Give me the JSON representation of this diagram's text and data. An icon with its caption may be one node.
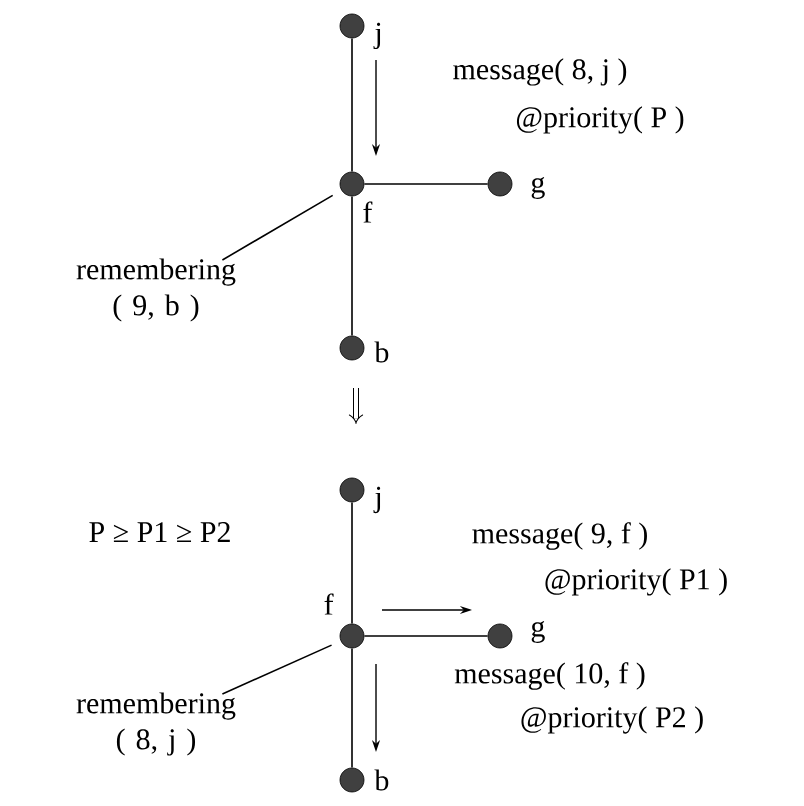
{
  "diagram": {
    "nodes": [
      {
        "text": [],
        "shape": "circle",
        "beside": [
          "j"
        ]
      },
      {
        "text": [],
        "shape": "circle",
        "beside": [
          "f"
        ]
      },
      {
        "text": [],
        "shape": "circle",
        "beside": [
          "g"
        ]
      },
      {
        "text": [],
        "shape": "circle",
        "beside": [
          "b"
        ]
      },
      {
        "text": [
          "remembering ( 9, b )"
        ]
      },
      {
        "text": [],
        "shape": "circle",
        "beside": [
          "j"
        ]
      },
      {
        "text": [],
        "shape": "circle",
        "beside": [
          "f"
        ]
      },
      {
        "text": [],
        "shape": "circle",
        "beside": [
          "g"
        ]
      },
      {
        "text": [],
        "shape": "circle",
        "beside": [
          "b"
        ]
      },
      {
        "text": [
          "remembering ( 8, j )"
        ]
      }
    ],
    "edges": [
      {
        "from": 0,
        "to": 1,
        "arrow": "none"
      },
      {
        "from": 1,
        "to": 2,
        "arrow": "none"
      },
      {
        "from": 1,
        "to": 3,
        "arrow": "none"
      },
      {
        "from": 4,
        "to": 1,
        "arrow": "none"
      },
      {
        "from": 5,
        "to": 6,
        "arrow": "none"
      },
      {
        "from": 6,
        "to": 7,
        "arrow": "none"
      },
      {
        "from": 6,
        "to": 8,
        "arrow": "none"
      },
      {
        "from": 9,
        "to": 6,
        "arrow": "none"
      }
    ],
    "labels": [
      "message( 8, j )",
      "@priority( P )",
      "P ≥ P1 ≥ P2",
      "message( 9, f )",
      "@priority( P1 )",
      "message( 10, f )",
      "@priority( P2 )"
    ]
  }
}
